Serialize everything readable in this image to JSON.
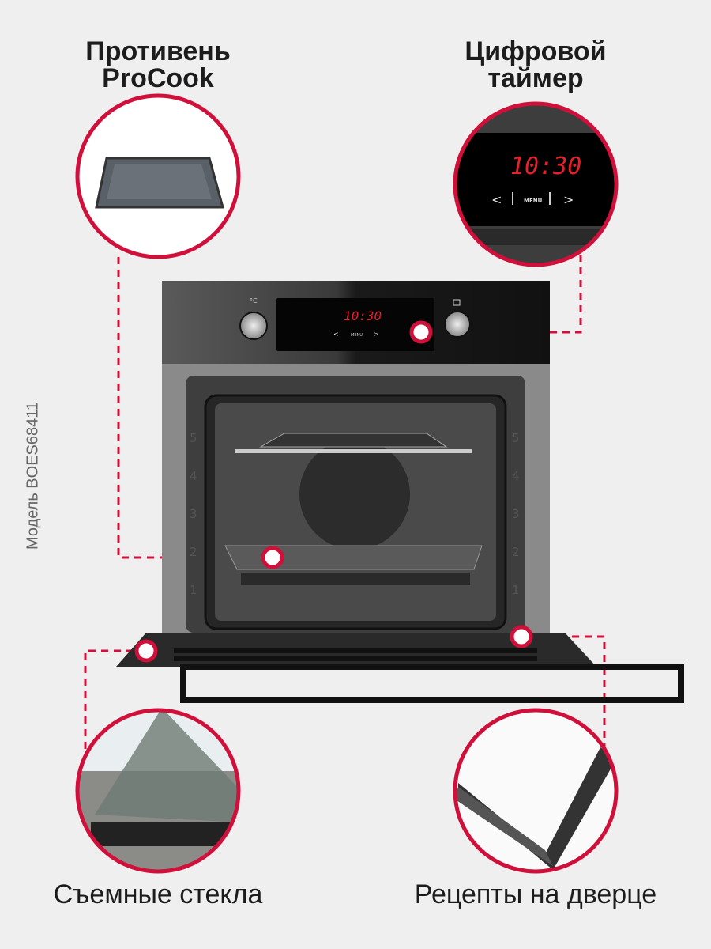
{
  "callouts": {
    "top_left": {
      "line1": "Противень",
      "line2": "ProCook"
    },
    "top_right": {
      "line1": "Цифровой",
      "line2": "таймер"
    },
    "bottom_left": "Съемные стекла",
    "bottom_right": "Рецепты на дверце"
  },
  "model": "Модель BOES68411",
  "display": {
    "time": "10:30",
    "menu": "MENU",
    "prev": "<",
    "next": ">",
    "temp_symbol": "°C"
  },
  "rack_levels": [
    "5",
    "4",
    "3",
    "2",
    "1"
  ],
  "colors": {
    "accent": "#d0103a",
    "background": "#efefef"
  }
}
